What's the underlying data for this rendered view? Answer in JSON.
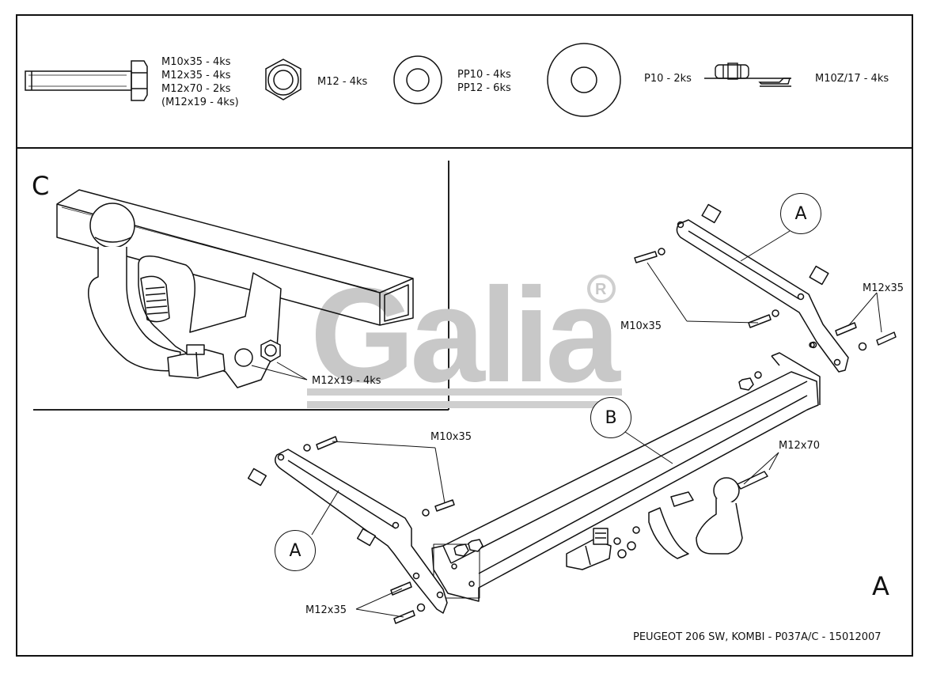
{
  "parts": {
    "bolt_lines": [
      "M10x35 - 4ks",
      "M12x35 - 4ks",
      "M12x70 - 2ks",
      "(M12x19 - 4ks)"
    ],
    "nut_label": "M12 - 4ks",
    "washer_lines": [
      "PP10 - 4ks",
      "PP12 - 6ks"
    ],
    "plate_label": "P10 - 2ks",
    "clip_nut_label": "M10Z/17 - 4ks"
  },
  "detail": {
    "letter": "C",
    "bolt_callout": "M12x19 - 4ks"
  },
  "diagram": {
    "label_a_top": "A",
    "label_a_bottom": "A",
    "label_b": "B",
    "m10x35_right": "M10x35",
    "m12x35_right": "M12x35",
    "m10x35_left": "M10x35",
    "m12x70": "M12x70",
    "m12x35_left": "M12x35",
    "sheet_letter": "A"
  },
  "watermark": {
    "text": "Galia",
    "registered": "®",
    "color": "#c8c8c8"
  },
  "footer": "PEUGEOT 206 SW, KOMBI  - P037A/C - 15012007"
}
